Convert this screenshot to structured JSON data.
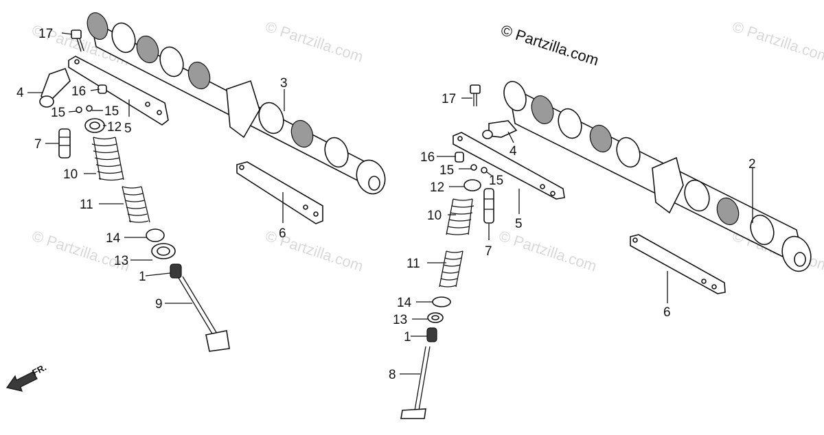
{
  "diagram": {
    "watermarks": [
      "© Partzilla.com",
      "© Partzilla.com",
      "© Partzilla.com",
      "© Partzilla.com",
      "© Partzilla.com",
      "© Partzilla.com",
      "© Partzilla.com"
    ],
    "copyright": "© Partzilla.com",
    "direction_label": "FR.",
    "callouts": [
      {
        "id": "l17",
        "text": "17"
      },
      {
        "id": "l4",
        "text": "4"
      },
      {
        "id": "l16",
        "text": "16"
      },
      {
        "id": "l15a",
        "text": "15"
      },
      {
        "id": "l15b",
        "text": "15"
      },
      {
        "id": "l12",
        "text": "12"
      },
      {
        "id": "l5",
        "text": "5"
      },
      {
        "id": "l7",
        "text": "7"
      },
      {
        "id": "l10",
        "text": "10"
      },
      {
        "id": "l11",
        "text": "11"
      },
      {
        "id": "l14",
        "text": "14"
      },
      {
        "id": "l13",
        "text": "13"
      },
      {
        "id": "l1",
        "text": "1"
      },
      {
        "id": "l9",
        "text": "9"
      },
      {
        "id": "l3",
        "text": "3"
      },
      {
        "id": "l6",
        "text": "6"
      },
      {
        "id": "r17",
        "text": "17"
      },
      {
        "id": "r4",
        "text": "4"
      },
      {
        "id": "r16",
        "text": "16"
      },
      {
        "id": "r15a",
        "text": "15"
      },
      {
        "id": "r15b",
        "text": "15"
      },
      {
        "id": "r12",
        "text": "12"
      },
      {
        "id": "r10",
        "text": "10"
      },
      {
        "id": "r5",
        "text": "5"
      },
      {
        "id": "r7",
        "text": "7"
      },
      {
        "id": "r11",
        "text": "11"
      },
      {
        "id": "r14",
        "text": "14"
      },
      {
        "id": "r13",
        "text": "13"
      },
      {
        "id": "r1",
        "text": "1"
      },
      {
        "id": "r8",
        "text": "8"
      },
      {
        "id": "r2",
        "text": "2"
      },
      {
        "id": "r6",
        "text": "6"
      }
    ]
  }
}
